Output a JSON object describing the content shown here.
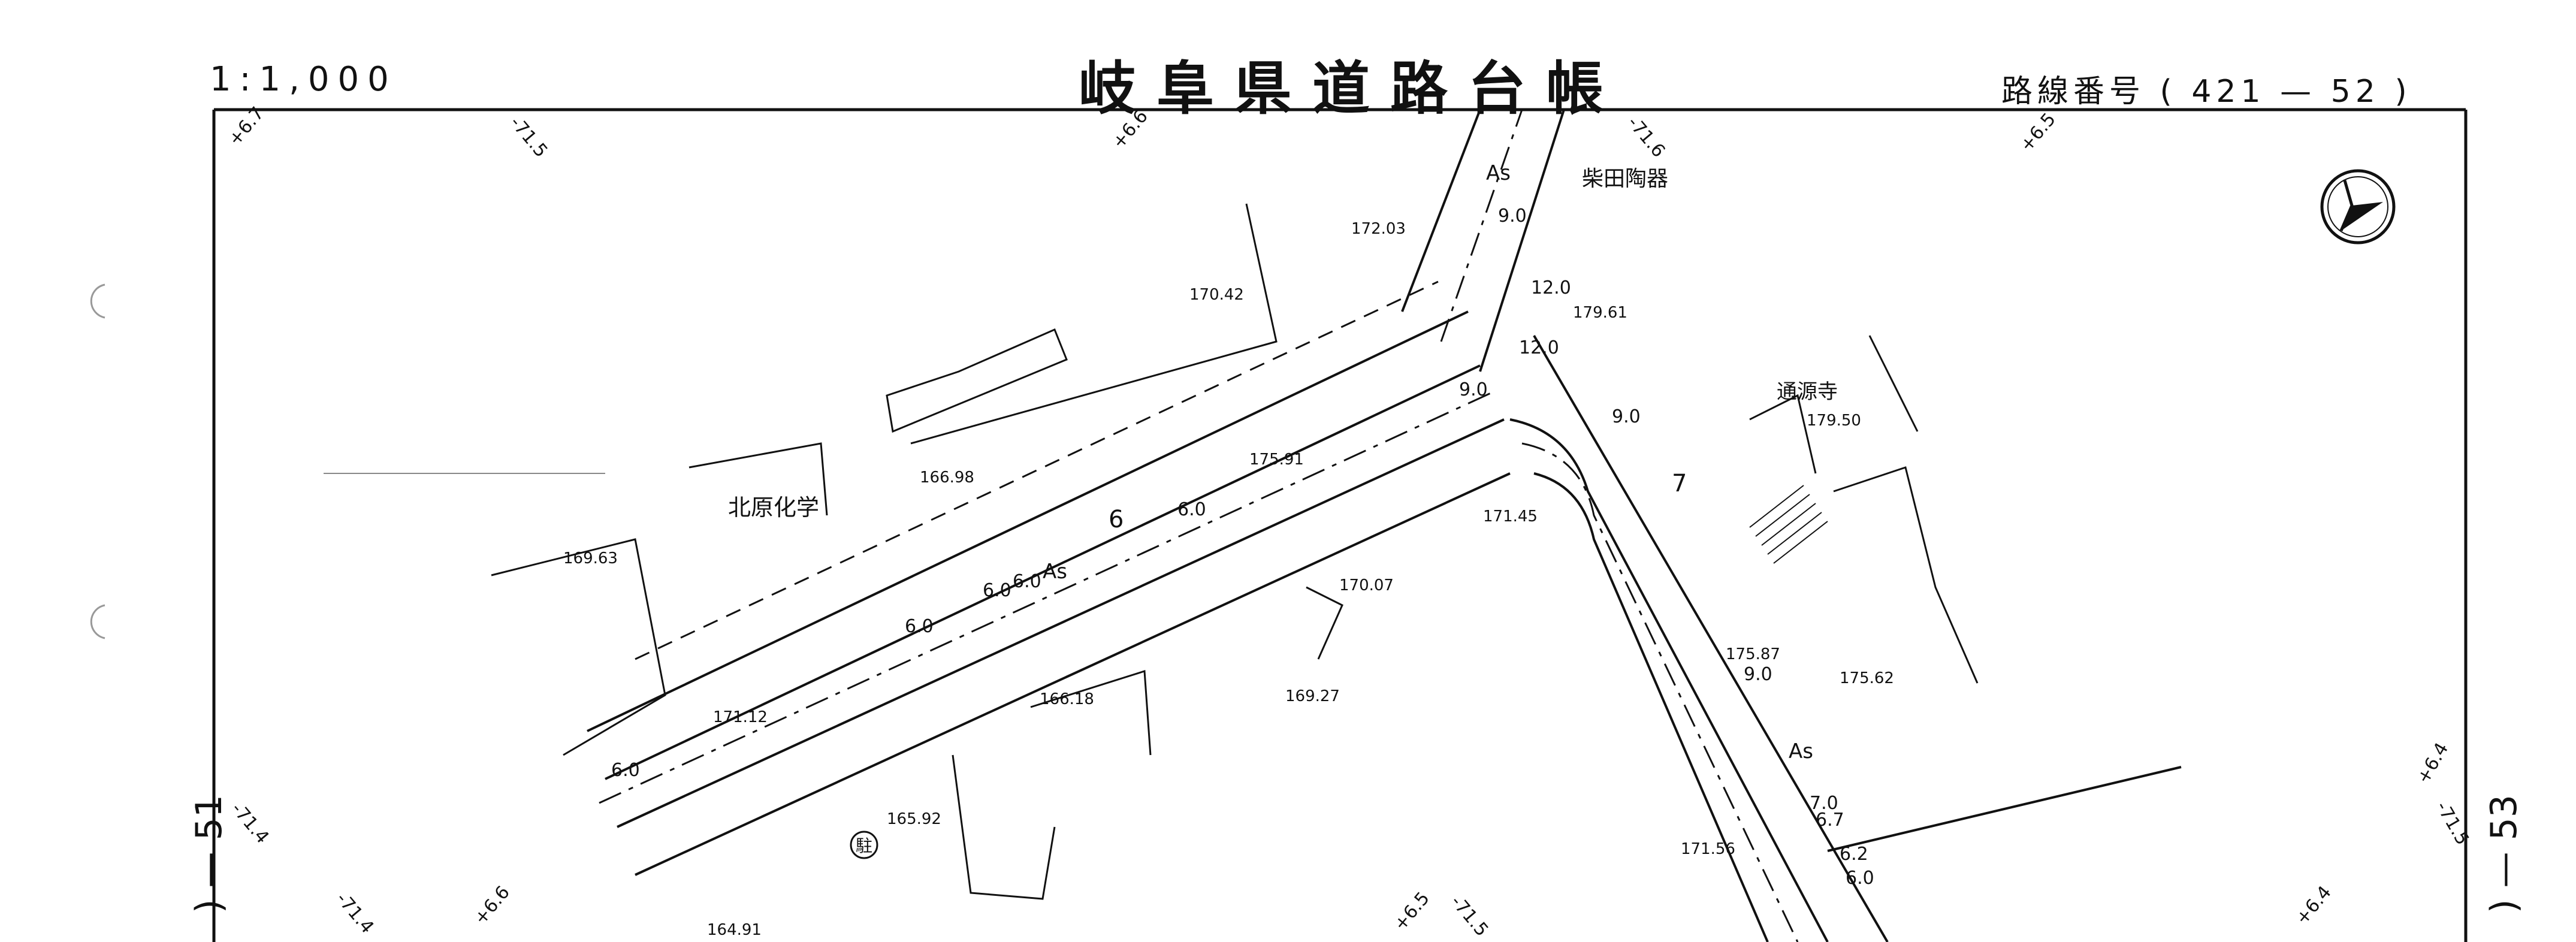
{
  "header": {
    "scale": "1:1,000",
    "title": "岐阜県道路台帳",
    "route": "路線番号 ( 421 — 52 )"
  },
  "sheet_refs": {
    "left": ") — 51",
    "right": ") — 53"
  },
  "labels": {
    "kitahara": "北原化学",
    "shibata": "柴田陶器",
    "tsugen": "通源寺",
    "parking": "駐"
  },
  "pavement": [
    "As",
    "As",
    "As"
  ],
  "lane_numbers": [
    "6",
    "7"
  ],
  "widths": [
    "9.0",
    "12.0",
    "12.0",
    "9.0",
    "9.0",
    "6.0",
    "6.0",
    "9.0",
    "6.0",
    "6.0",
    "6.0",
    "7.0",
    "6.7",
    "6.2",
    "6.0"
  ],
  "elevations": [
    "172.03",
    "170.42",
    "179.61",
    "179.50",
    "175.91",
    "171.45",
    "166.98",
    "169.63",
    "170.07",
    "175.87",
    "175.62",
    "166.18",
    "169.27",
    "171.12",
    "171.56",
    "165.92",
    "164.91"
  ],
  "chainage": [
    "+6.7",
    "-71.5",
    "+6.6",
    "-71.6",
    "+6.5",
    "-71.4",
    "-71.4",
    "+6.6",
    "+6.5",
    "-71.5",
    "+6.4",
    "+6.4",
    "-71.5"
  ]
}
